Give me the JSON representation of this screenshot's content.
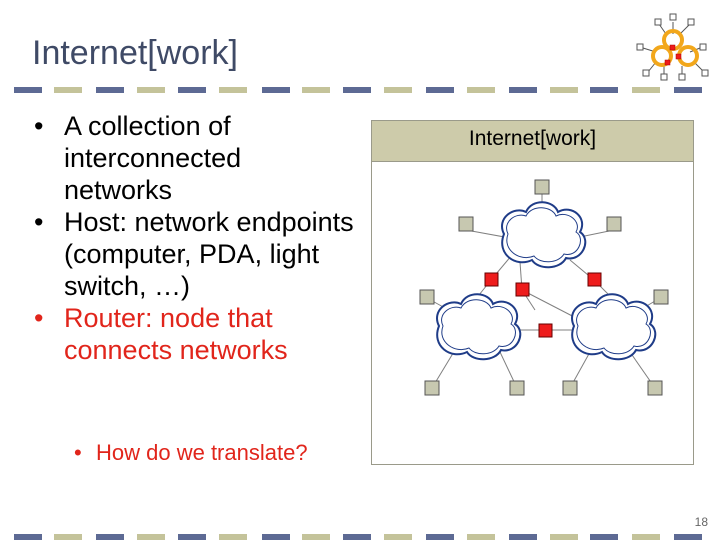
{
  "slide": {
    "title": "Internet[work]",
    "bullets": [
      "A collection of interconnected networks",
      "Host: network endpoints (computer, PDA, light switch, …)",
      "Router: node that connects networks"
    ],
    "sub_bullet": "How do we translate?",
    "slide_number": "18"
  },
  "diagram": {
    "title": "Internet[work]",
    "nodes": {
      "hosts": 9,
      "routers": 4,
      "networks": 3
    }
  },
  "colors": {
    "title": "#3f4a66",
    "accent_red": "#e1251b",
    "bar_navy": "#5d6a94",
    "bar_khaki": "#c4c39a",
    "diagram_header": "#cdcbaa",
    "host_fill": "#c7c8b0",
    "router_fill": "#ee1c1c",
    "cloud_stroke": "#1f3c88",
    "logo_orange": "#f2a71b"
  }
}
